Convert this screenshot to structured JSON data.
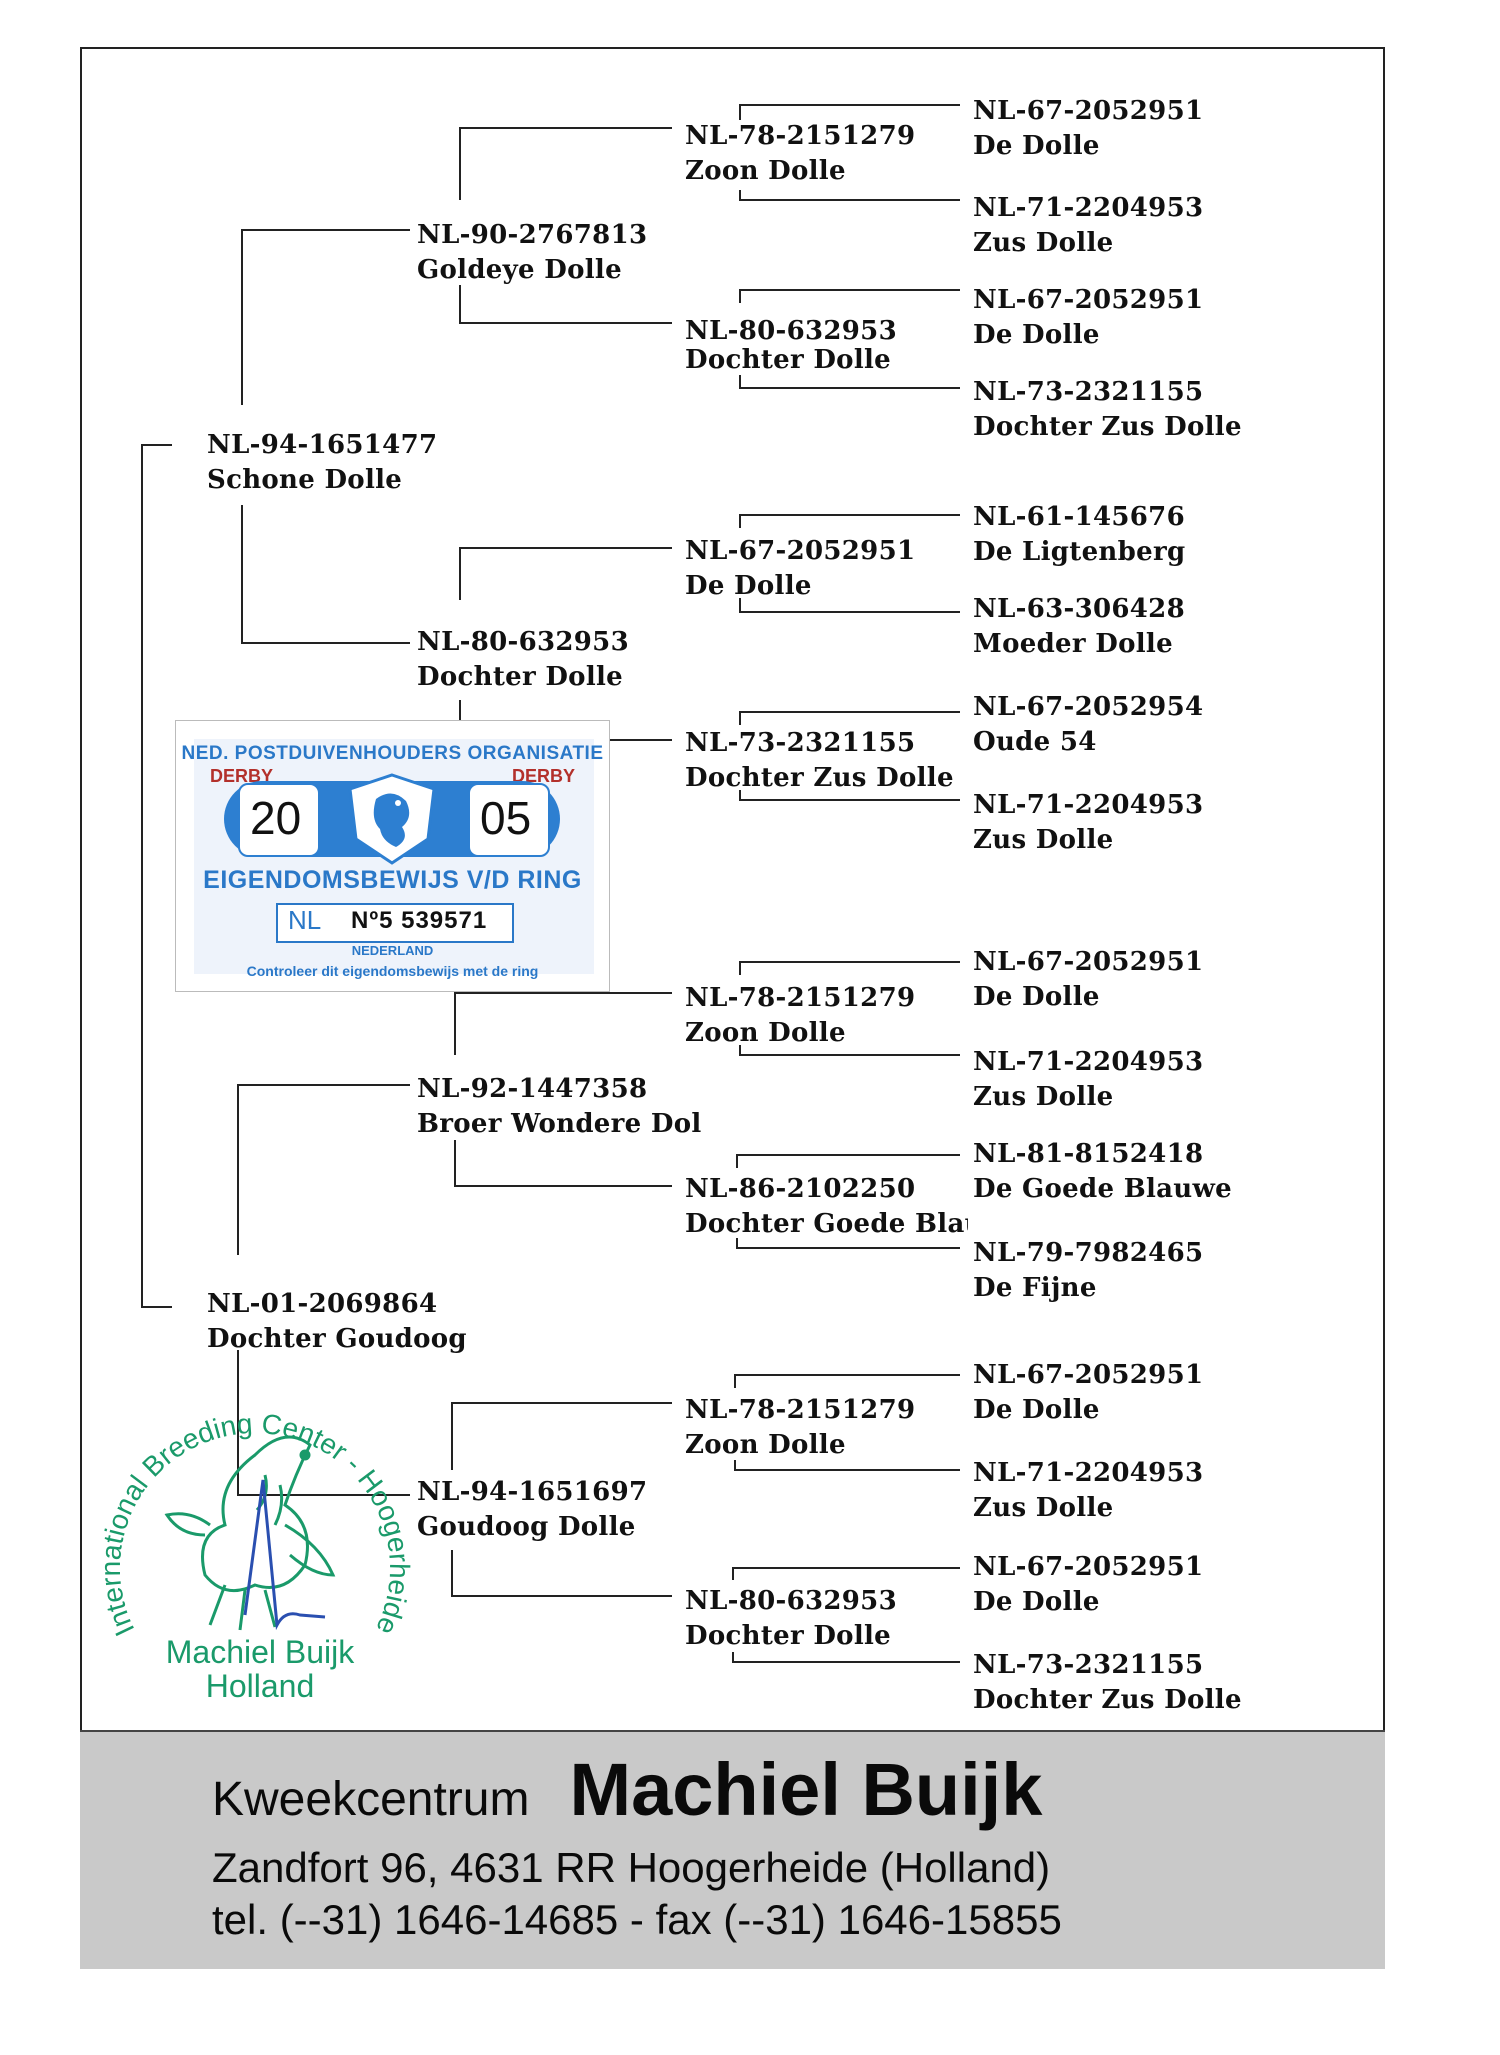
{
  "pedigree": {
    "subject_sire": {
      "ring": "NL-94-1651477",
      "name": "Schone Dolle"
    },
    "subject_dam": {
      "ring": "NL-01-2069864",
      "name": "Dochter Goudoog"
    },
    "gen2": [
      {
        "ring": "NL-90-2767813",
        "name": "Goldeye Dolle"
      },
      {
        "ring": "NL-80-632953",
        "name": "Dochter Dolle"
      },
      {
        "ring": "NL-92-1447358",
        "name": "Broer Wondere Dolle"
      },
      {
        "ring": "NL-94-1651697",
        "name": "Goudoog Dolle"
      }
    ],
    "gen3": [
      {
        "ring": "NL-78-2151279",
        "name": "Zoon Dolle"
      },
      {
        "ring": "NL-80-632953",
        "name": "Dochter Dolle"
      },
      {
        "ring": "NL-67-2052951",
        "name": "De Dolle"
      },
      {
        "ring": "NL-73-2321155",
        "name": "Dochter Zus Dolle"
      },
      {
        "ring": "NL-78-2151279",
        "name": "Zoon Dolle"
      },
      {
        "ring": "NL-86-2102250",
        "name": "Dochter Goede Blau"
      },
      {
        "ring": "NL-78-2151279",
        "name": "Zoon Dolle"
      },
      {
        "ring": "NL-80-632953",
        "name": "Dochter Dolle"
      }
    ],
    "gen4": [
      {
        "ring": "NL-67-2052951",
        "name": "De Dolle"
      },
      {
        "ring": "NL-71-2204953",
        "name": "Zus Dolle"
      },
      {
        "ring": "NL-67-2052951",
        "name": "De Dolle"
      },
      {
        "ring": "NL-73-2321155",
        "name": "Dochter Zus Dolle"
      },
      {
        "ring": "NL-61-145676",
        "name": "De Ligtenberg"
      },
      {
        "ring": "NL-63-306428",
        "name": "Moeder Dolle"
      },
      {
        "ring": "NL-67-2052954",
        "name": "Oude 54"
      },
      {
        "ring": "NL-71-2204953",
        "name": "Zus Dolle"
      },
      {
        "ring": "NL-67-2052951",
        "name": "De Dolle"
      },
      {
        "ring": "NL-71-2204953",
        "name": "Zus Dolle"
      },
      {
        "ring": "NL-81-8152418",
        "name": "De Goede Blauwe"
      },
      {
        "ring": "NL-79-7982465",
        "name": "De Fijne"
      },
      {
        "ring": "NL-67-2052951",
        "name": "De Dolle"
      },
      {
        "ring": "NL-71-2204953",
        "name": "Zus Dolle"
      },
      {
        "ring": "NL-67-2052951",
        "name": "De Dolle"
      },
      {
        "ring": "NL-73-2321155",
        "name": "Dochter Zus Dolle"
      }
    ]
  },
  "certificate": {
    "organisation": "NED. POSTDUIVENHOUDERS ORGANISATIE",
    "derby_left": "DERBY",
    "derby_right": "DERBY",
    "year_left": "20",
    "year_right": "05",
    "title": "EIGENDOMSBEWIJS V/D RING",
    "country_code": "NL",
    "ring_number": "Nº5 539571",
    "country": "NEDERLAND",
    "instruction": "Controleer dit eigendomsbewijs met de ring"
  },
  "stamp": {
    "arc_text": "International Breeding Center - Hoogerheide - Holland",
    "name": "Machiel Buijk",
    "place": "Holland"
  },
  "footer": {
    "line1_prefix": "Kweekcentrum",
    "line1_name": "Machiel Buijk",
    "address": "Zandfort 96,  4631 RR Hoogerheide (Holland)",
    "contact": "tel. (--31) 1646-14685   -   fax (--31) 1646-15855"
  },
  "colors": {
    "stamp_green": "#1a9a6a",
    "cert_blue": "#2d7fd1",
    "footer_gray": "#c9c9c9"
  }
}
